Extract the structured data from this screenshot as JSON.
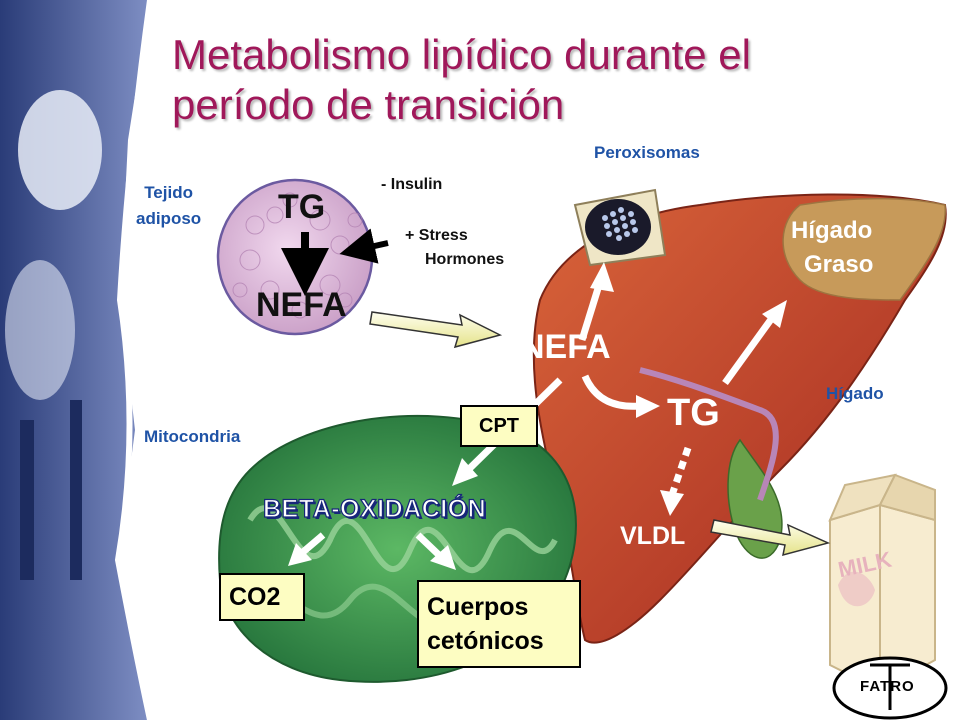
{
  "title": {
    "line1": "Metabolismo lipídico durante el",
    "line2": "período de transición"
  },
  "adipose": {
    "label_line1": "Tejido",
    "label_line2": "adiposo",
    "tg": "TG",
    "nefa": "NEFA",
    "insulin": "- Insulin",
    "stress_line1": "+ Stress",
    "stress_line2": "Hormones"
  },
  "liver": {
    "peroxisomas": "Peroxisomas",
    "higado_graso_line1": "Hígado",
    "higado_graso_line2": "Graso",
    "higado": "Hígado",
    "nefa": "NEFA",
    "tg": "TG",
    "vldl": "VLDL"
  },
  "mitochondria": {
    "label": "Mitocondria",
    "cpt": "CPT",
    "beta_oxidacion": "BETA-OXIDACIÓN",
    "co2": "CO2",
    "cuerpos_line1": "Cuerpos",
    "cuerpos_line2": "cetónicos"
  },
  "milk": {
    "label": "MILK"
  },
  "logo": {
    "text": "FATRO"
  },
  "colors": {
    "title": "#a0185a",
    "blue_label": "#1f53a6",
    "liver": "#c0472a",
    "mitochondria": "#3f9d4e",
    "box_fill": "#fdfdc2",
    "fatty_liver": "#c79a5a"
  }
}
